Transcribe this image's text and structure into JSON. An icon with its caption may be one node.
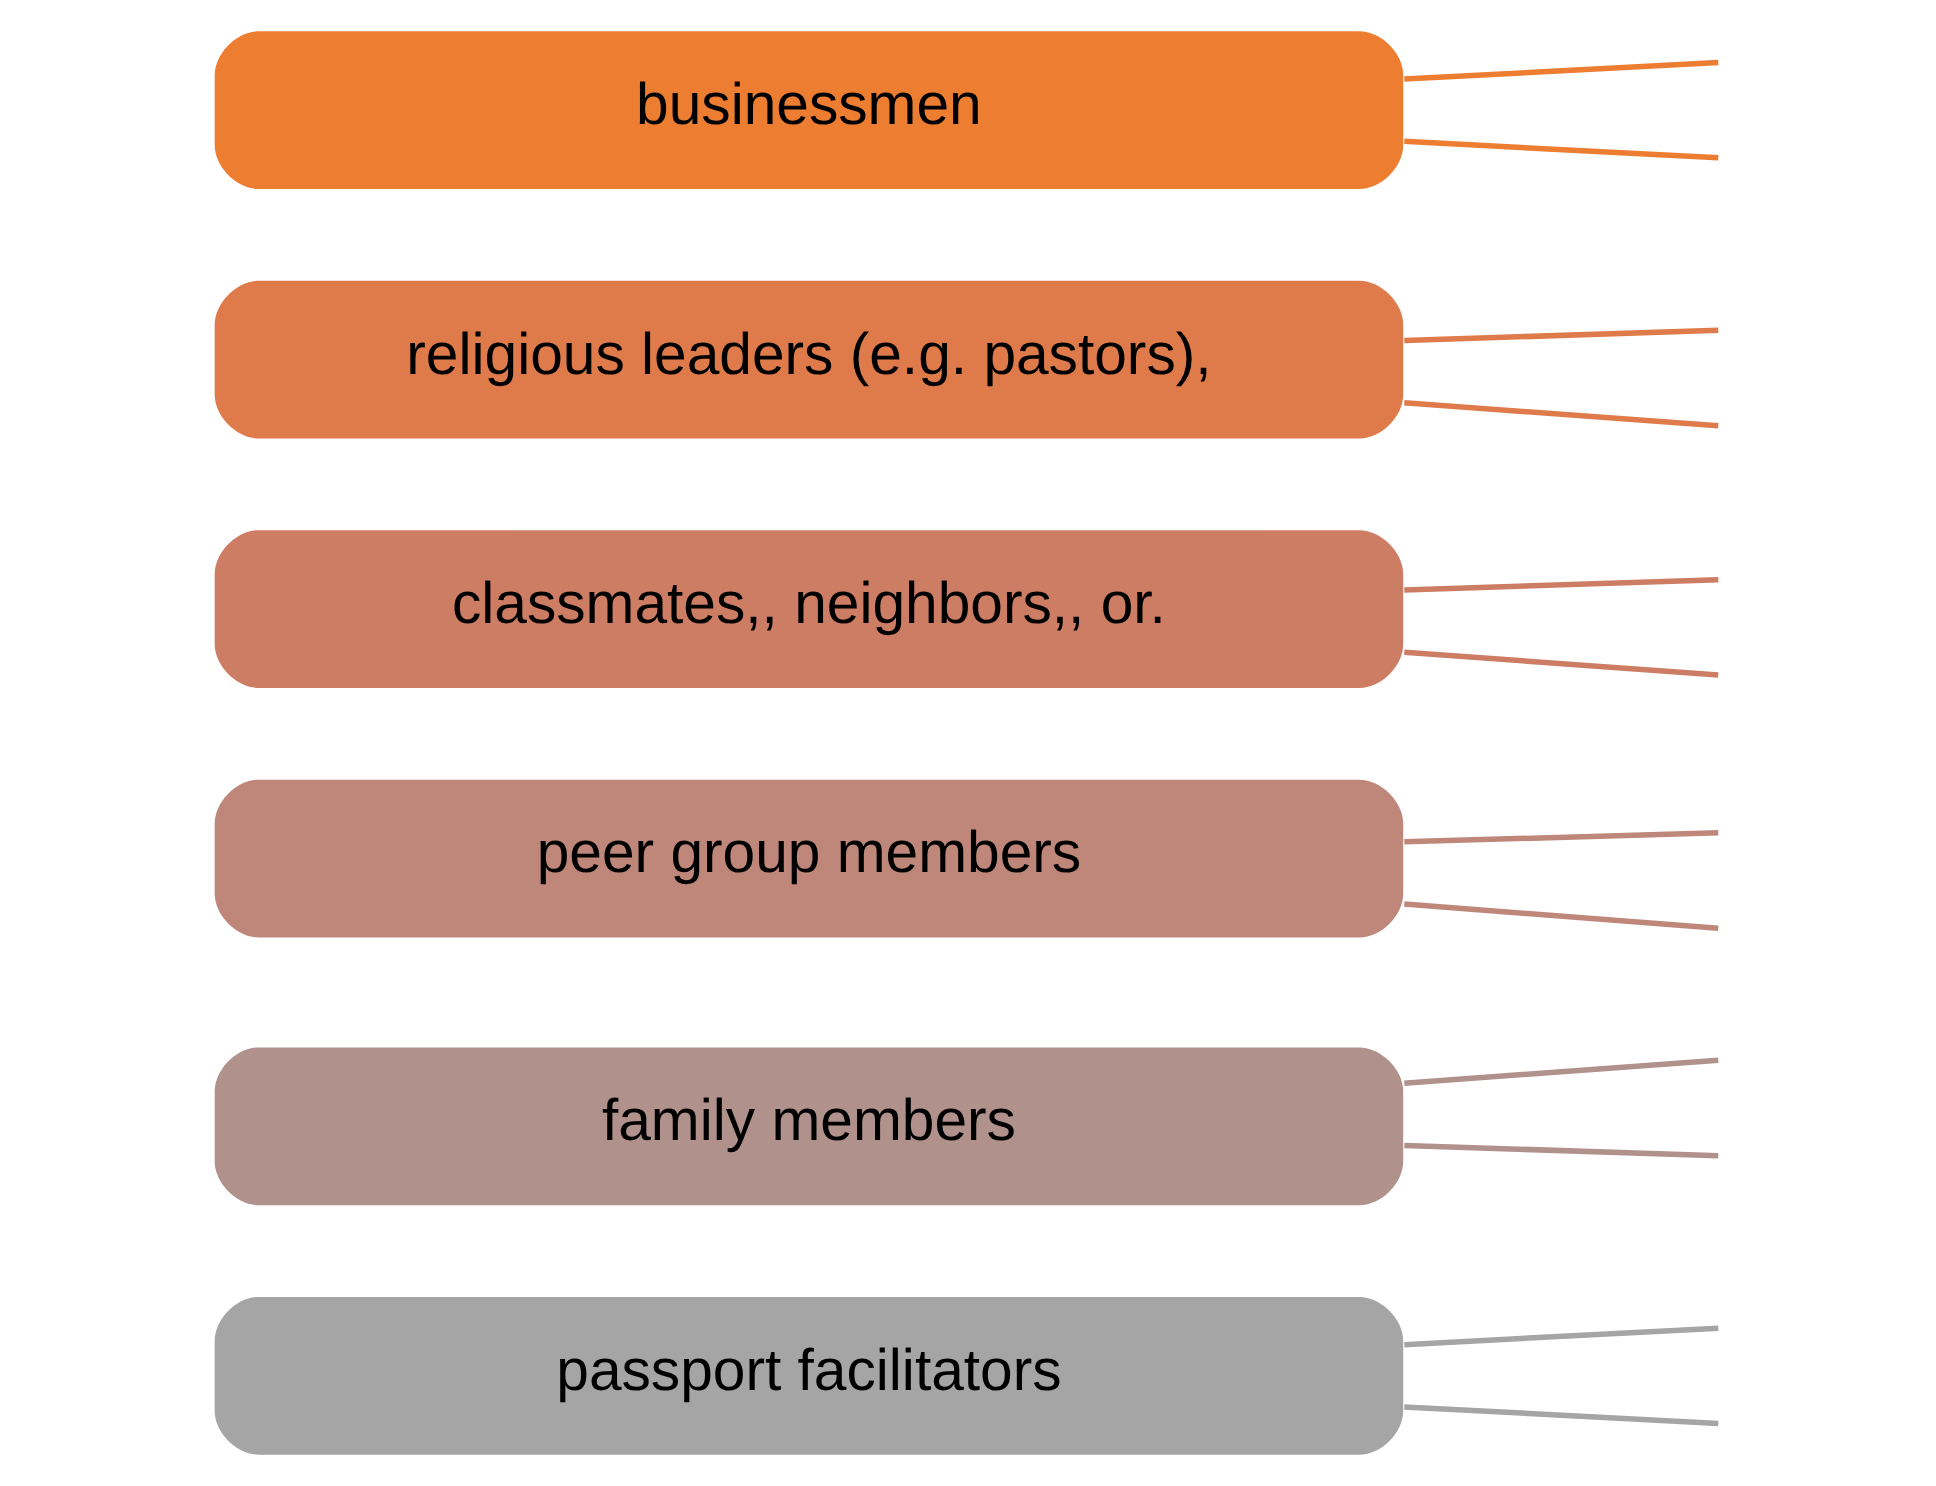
{
  "diagram": {
    "nodes": [
      {
        "text": [
          "businessmen"
        ]
      },
      {
        "text": [
          "religious leaders (e.g. pastors),"
        ]
      },
      {
        "text": [
          "classmates,, neighbors,, or."
        ]
      },
      {
        "text": [
          "peer group members"
        ]
      },
      {
        "text": [
          "family members"
        ]
      },
      {
        "text": [
          "passport facilitators"
        ]
      }
    ],
    "edges": [
      {
        "from": 0,
        "to": null,
        "arrow": "none",
        "color": "#ed7d31"
      },
      {
        "from": 0,
        "to": null,
        "arrow": "none",
        "color": "#ed7d31"
      },
      {
        "from": 1,
        "to": null,
        "arrow": "none",
        "color": "#df7b4a"
      },
      {
        "from": 1,
        "to": null,
        "arrow": "none",
        "color": "#df7b4a"
      },
      {
        "from": 2,
        "to": null,
        "arrow": "none",
        "color": "#cd7d64"
      },
      {
        "from": 2,
        "to": null,
        "arrow": "none",
        "color": "#cd7d64"
      },
      {
        "from": 3,
        "to": null,
        "arrow": "none",
        "color": "#be877a"
      },
      {
        "from": 3,
        "to": null,
        "arrow": "none",
        "color": "#be877a"
      },
      {
        "from": 4,
        "to": null,
        "arrow": "none",
        "color": "#b0918c"
      },
      {
        "from": 4,
        "to": null,
        "arrow": "none",
        "color": "#b0918c"
      },
      {
        "from": 5,
        "to": null,
        "arrow": "none",
        "color": "#a5a5a5"
      },
      {
        "from": 5,
        "to": null,
        "arrow": "none",
        "color": "#a5a5a5"
      }
    ]
  }
}
